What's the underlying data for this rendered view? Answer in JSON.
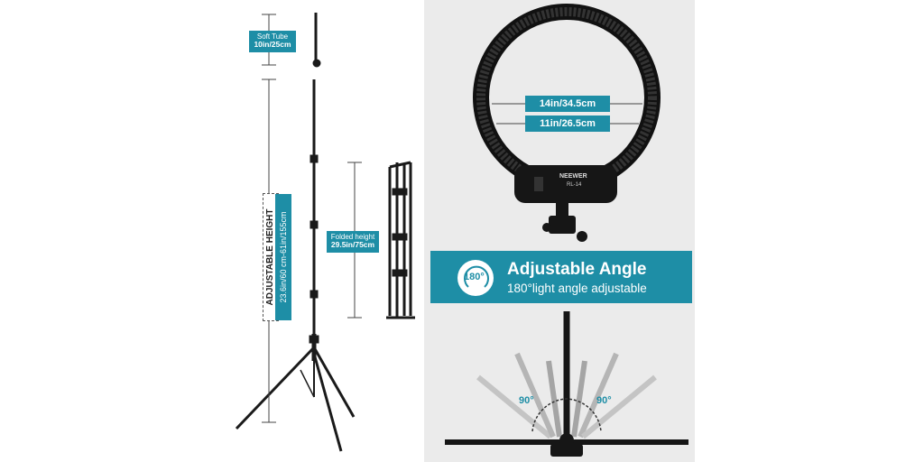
{
  "stand": {
    "soft_tube_label": "Soft Tube",
    "soft_tube_value": "10in/25cm",
    "adjustable_title": "ADJUSTABLE HEIGHT",
    "adjustable_value": "23.6in/60 cm-61in/155cm",
    "folded_label": "Folded height",
    "folded_value": "29.5in/75cm"
  },
  "ring": {
    "outer_diameter": "14in/34.5cm",
    "inner_diameter": "11in/26.5cm",
    "brand": "NEEWER",
    "model": "RL-14"
  },
  "banner": {
    "icon_text": "180°",
    "title": "Adjustable Angle",
    "subtitle": "180°light angle adjustable"
  },
  "angles": {
    "left": "90°",
    "right": "90°"
  },
  "colors": {
    "accent": "#1e8ea6",
    "panel": "#ebebeb",
    "metal": "#1a1a1a"
  }
}
